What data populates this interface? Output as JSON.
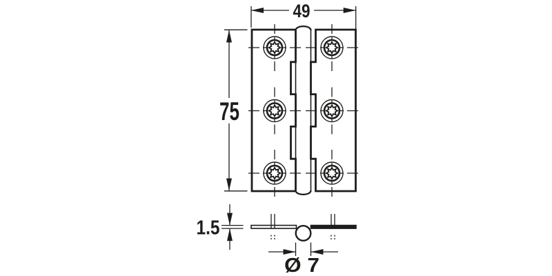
{
  "drawing": {
    "type": "technical-line-drawing",
    "subject": "butt-hinge-with-dimensions",
    "colors": {
      "line": "#1d1d1b",
      "background": "#ffffff"
    },
    "front_view": {
      "width_label": "49",
      "height_label": "75",
      "screw_hole_count": 6,
      "knuckle_segment_count": 5
    },
    "side_view": {
      "thickness_label": "1.5",
      "knuckle_diameter_label": "Ø 7"
    }
  }
}
